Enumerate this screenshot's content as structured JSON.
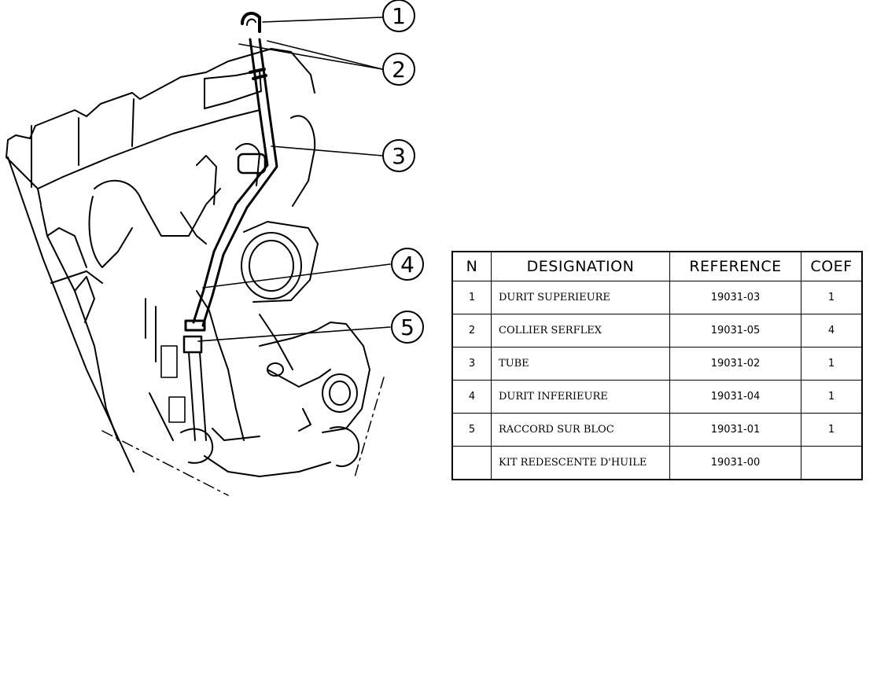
{
  "drawing": {
    "callouts": [
      "1",
      "2",
      "3",
      "4",
      "5"
    ]
  },
  "parts_table": {
    "headers": {
      "n": "N",
      "designation": "DESIGNATION",
      "reference": "REFERENCE",
      "coef": "COEF"
    },
    "rows": [
      {
        "n": "1",
        "designation": "DURIT SUPERIEURE",
        "reference": "19031-03",
        "coef": "1"
      },
      {
        "n": "2",
        "designation": "COLLIER SERFLEX",
        "reference": "19031-05",
        "coef": "4"
      },
      {
        "n": "3",
        "designation": "TUBE",
        "reference": "19031-02",
        "coef": "1"
      },
      {
        "n": "4",
        "designation": "DURIT INFERIEURE",
        "reference": "19031-04",
        "coef": "1"
      },
      {
        "n": "5",
        "designation": "RACCORD SUR BLOC",
        "reference": "19031-01",
        "coef": "1"
      },
      {
        "n": "",
        "designation": "KIT REDESCENTE D'HUILE",
        "reference": "19031-00",
        "coef": ""
      }
    ]
  }
}
